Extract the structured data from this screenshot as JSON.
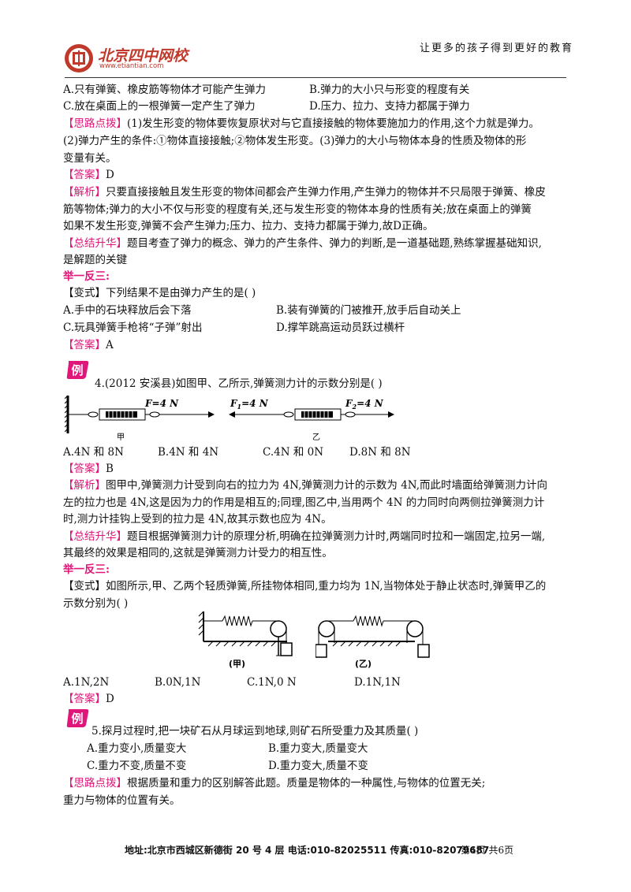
{
  "header": {
    "slogan": "让更多的孩子得到更好的教育",
    "logo_name": "北京四中网校",
    "logo_url": "www.etiantian.com"
  },
  "q3_options": {
    "A": "A.只有弹簧、橡皮筋等物体才可能产生弹力",
    "B": "B.弹力的大小只与形变的程度有关",
    "C": "C.放在桌面上的一根弹簧一定产生了弹力",
    "D": "D.压力、拉力、支持力都属于弹力"
  },
  "q3_hint": {
    "tag": "【思路点拨】",
    "line1": "(1)发生形变的物体要恢复原状对与它直接接触的物体要施加力的作用,这个力就是弹力。",
    "line2": "(2)弹力产生的条件:①物体直接接触;②物体发生形变。(3)弹力的大小与物体本身的性质及物体的形",
    "line3": "变量有关。"
  },
  "q3_answer": {
    "tag": "【答案】",
    "value": "D"
  },
  "q3_analysis": {
    "tag": "【解析】",
    "line1": "只要直接接触且发生形变的物体间都会产生弹力作用,产生弹力的物体并不只局限于弹簧、橡皮",
    "line2": "筋等物体;弹力的大小不仅与形变的程度有关,还与发生形变的物体本身的性质有关;放在桌面上的弹簧",
    "line3": "如果不发生形变,弹簧不会产生弹力;压力、拉力、支持力都属于弹力,故D正确。"
  },
  "q3_summary": {
    "tag": "【总结升华】",
    "line1": "题目考查了弹力的概念、弹力的产生条件、弹力的判断,是一道基础题,熟练掌握基础知识,",
    "line2": "是解题的关键"
  },
  "q3_variant": {
    "heading": "举一反三:",
    "tag": "【变式】",
    "question": "下列结果不是由弹力产生的是(     )",
    "A": "A.手中的石块释放后会下落",
    "B": "B.装有弹簧的门被推开,放手后自动关上",
    "C": "C.玩具弹簧手枪将“子弹”射出",
    "D": "D.撑竿跳高运动员跃过横杆",
    "answer_tag": "【答案】",
    "answer": "A"
  },
  "q4": {
    "badge": "例",
    "question": "4.(2012 安溪县)如图甲、乙所示,弹簧测力计的示数分别是(      )",
    "fig_left_force": "F=4 N",
    "fig_left_label": "甲",
    "fig_right_f1": "F",
    "fig_right_f1_sub": "1",
    "fig_right_f1_val": "=4 N",
    "fig_right_f2": "F",
    "fig_right_f2_sub": "2",
    "fig_right_f2_val": "=4 N",
    "fig_right_label": "乙",
    "A": "A.4N 和 8N",
    "B": "B.4N 和 4N",
    "C": "C.4N 和 0N",
    "D": "D.8N 和 8N",
    "answer_tag": "【答案】",
    "answer": "B",
    "analysis_tag": "【解析】",
    "analysis1": "图甲中,弹簧测力计受到向右的拉力为 4N,弹簧测力计的示数为 4N,而此时墙面给弹簧测力计向",
    "analysis2": "左的拉力也是 4N,这是因为力的作用是相互的;同理,图乙中,当用两个 4N 的力同时向两侧拉弹簧测力计",
    "analysis3": "时,测力计挂钩上受到的拉力是 4N,故其示数也应为 4N。",
    "summary_tag": "【总结升华】",
    "summary1": "题目根据弹簧测力计的原理分析,明确在拉弹簧测力计时,两端同时拉和一端固定,拉另一端,",
    "summary2": "其最终的效果是相同的,这就是弹簧测力计受力的相互性。"
  },
  "q4_variant": {
    "heading": "举一反三:",
    "tag": "【变式】",
    "question1": "如图所示,甲、乙两个轻质弹簧,所挂物体相同,重力均为 1N,当物体处于静止状态时,弹簧甲乙的",
    "question2": "示数分别为(      )",
    "fig_left_label": "(甲)",
    "fig_right_label": "(乙)",
    "A": "A.1N,2N",
    "B": "B.0N,1N",
    "C": "C.1N,0  N",
    "D": "D.1N,1N",
    "answer_tag": "【答案】",
    "answer": "D"
  },
  "q5": {
    "badge": "例",
    "question": "5.探月过程时,把一块矿石从月球运到地球,则矿石所受重力及其质量(      )",
    "A": "A.重力变小,质量变大",
    "B": "B.重力变大,质量变大",
    "C": "C.重力不变,质量不变",
    "D": "D.重力变大,质量不变",
    "hint_tag": "【思路点拨】",
    "hint1": "根据质量和重力的区别解答此题。质量是物体的一种属性,与物体的位置无关;",
    "hint2": "重力与物体的位置有关。"
  },
  "footer": {
    "text": "地址:北京市西城区新德街 20 号 4 层  电话:010-82025511  传真:010-82079687",
    "page": "第4页  共6页"
  },
  "colors": {
    "tag": "#e0167a",
    "logo": "#c0392b",
    "badge": "#e0167a"
  }
}
